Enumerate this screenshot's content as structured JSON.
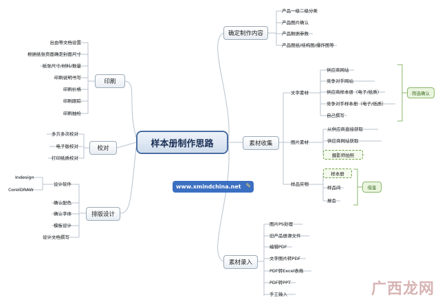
{
  "center_title": "样本册制作思路",
  "url": "www.xmindchina.net",
  "watermark": "广西龙网",
  "left": {
    "print": {
      "label": "印刷",
      "items": [
        "出血等文档设置",
        "根据纸张页面确定封面尺寸",
        "纸张尺寸/材料/数量",
        "印刷说明书写",
        "印刷价格",
        "印刷跟踪",
        "印刷抽检"
      ]
    },
    "proof": {
      "label": "校对",
      "items": [
        "多方多次校对",
        "电子版校对",
        "打印纸质校对"
      ]
    },
    "layout": {
      "label": "排版设计",
      "software": "设计软件",
      "software_items": [
        "Indesign",
        "CorelDRAW"
      ],
      "items": [
        "确认配色",
        "确认字体",
        "模板设计",
        "设计文档撰写"
      ]
    }
  },
  "right": {
    "content": {
      "label": "确定制作内容",
      "items": [
        "产品一级二级分类",
        "产品图片确认",
        "产品数据参数",
        "产品图纸/结构图/爆炸图等"
      ]
    },
    "collect": {
      "label": "素材收集",
      "text": {
        "label": "文字素材",
        "items": [
          "供应商网站",
          "竞争对手网站",
          "供应商样本册（电子/纸质）",
          "竞争对手样本册（电子/纸质）",
          "自己撰写"
        ],
        "note": "筛选确认"
      },
      "image": {
        "label": "图片素材",
        "items": [
          "从供应商直接获取",
          "供应商网站获取"
        ],
        "extra": "摄影师拍照"
      },
      "sample": {
        "label": "样品实物",
        "items": [
          "样本册",
          "样品间",
          "展会"
        ],
        "note": "借鉴"
      }
    },
    "entry": {
      "label": "素材录入",
      "items": [
        "图片PS处理",
        "旧产品册源文件",
        "编辑PDF",
        "文字图片转PDF",
        "PDF转Excel表格",
        "PDF转PPT",
        "手工输入"
      ]
    }
  }
}
